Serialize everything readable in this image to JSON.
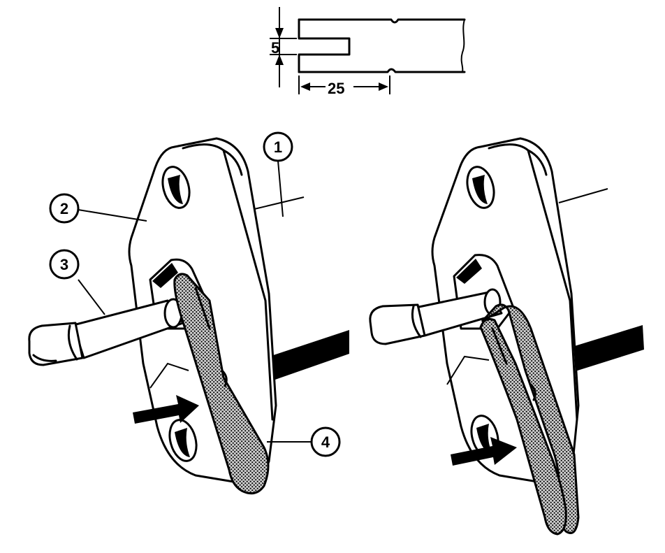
{
  "dimension_sketch": {
    "slot_width_label": "5",
    "slot_depth_label": "25"
  },
  "callouts": [
    {
      "id": "1",
      "label": "1"
    },
    {
      "id": "2",
      "label": "2"
    },
    {
      "id": "3",
      "label": "3"
    },
    {
      "id": "4",
      "label": "4"
    }
  ],
  "colors": {
    "ink": "#000000",
    "paper": "#ffffff",
    "tool_fill": "#9a9a9a"
  }
}
